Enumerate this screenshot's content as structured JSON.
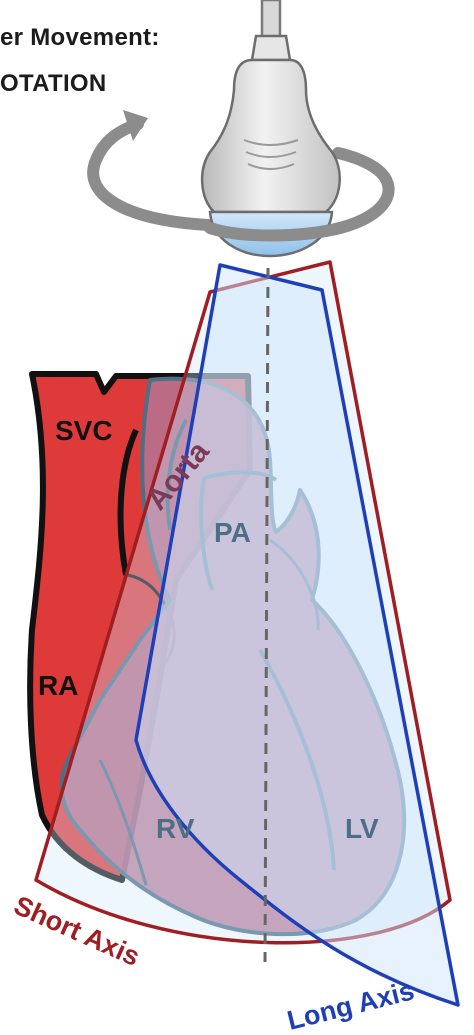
{
  "title": {
    "line1": "er Movement:",
    "line2": "OTATION"
  },
  "labels": {
    "svc": "SVC",
    "aorta": "Aorta",
    "pa": "PA",
    "ra": "RA",
    "rv": "RV",
    "lv": "LV",
    "short_axis": "Short Axis",
    "long_axis": "Long Axis"
  },
  "colors": {
    "short_axis": "#a01e22",
    "long_axis": "#1f3fb8",
    "heart_right": "#df3a3a",
    "heart_overlay": "#b7728e",
    "beam_fill": "#cfe6fb",
    "probe": "#e4e4e4",
    "rotation_arrow": "#8c8c8c"
  }
}
